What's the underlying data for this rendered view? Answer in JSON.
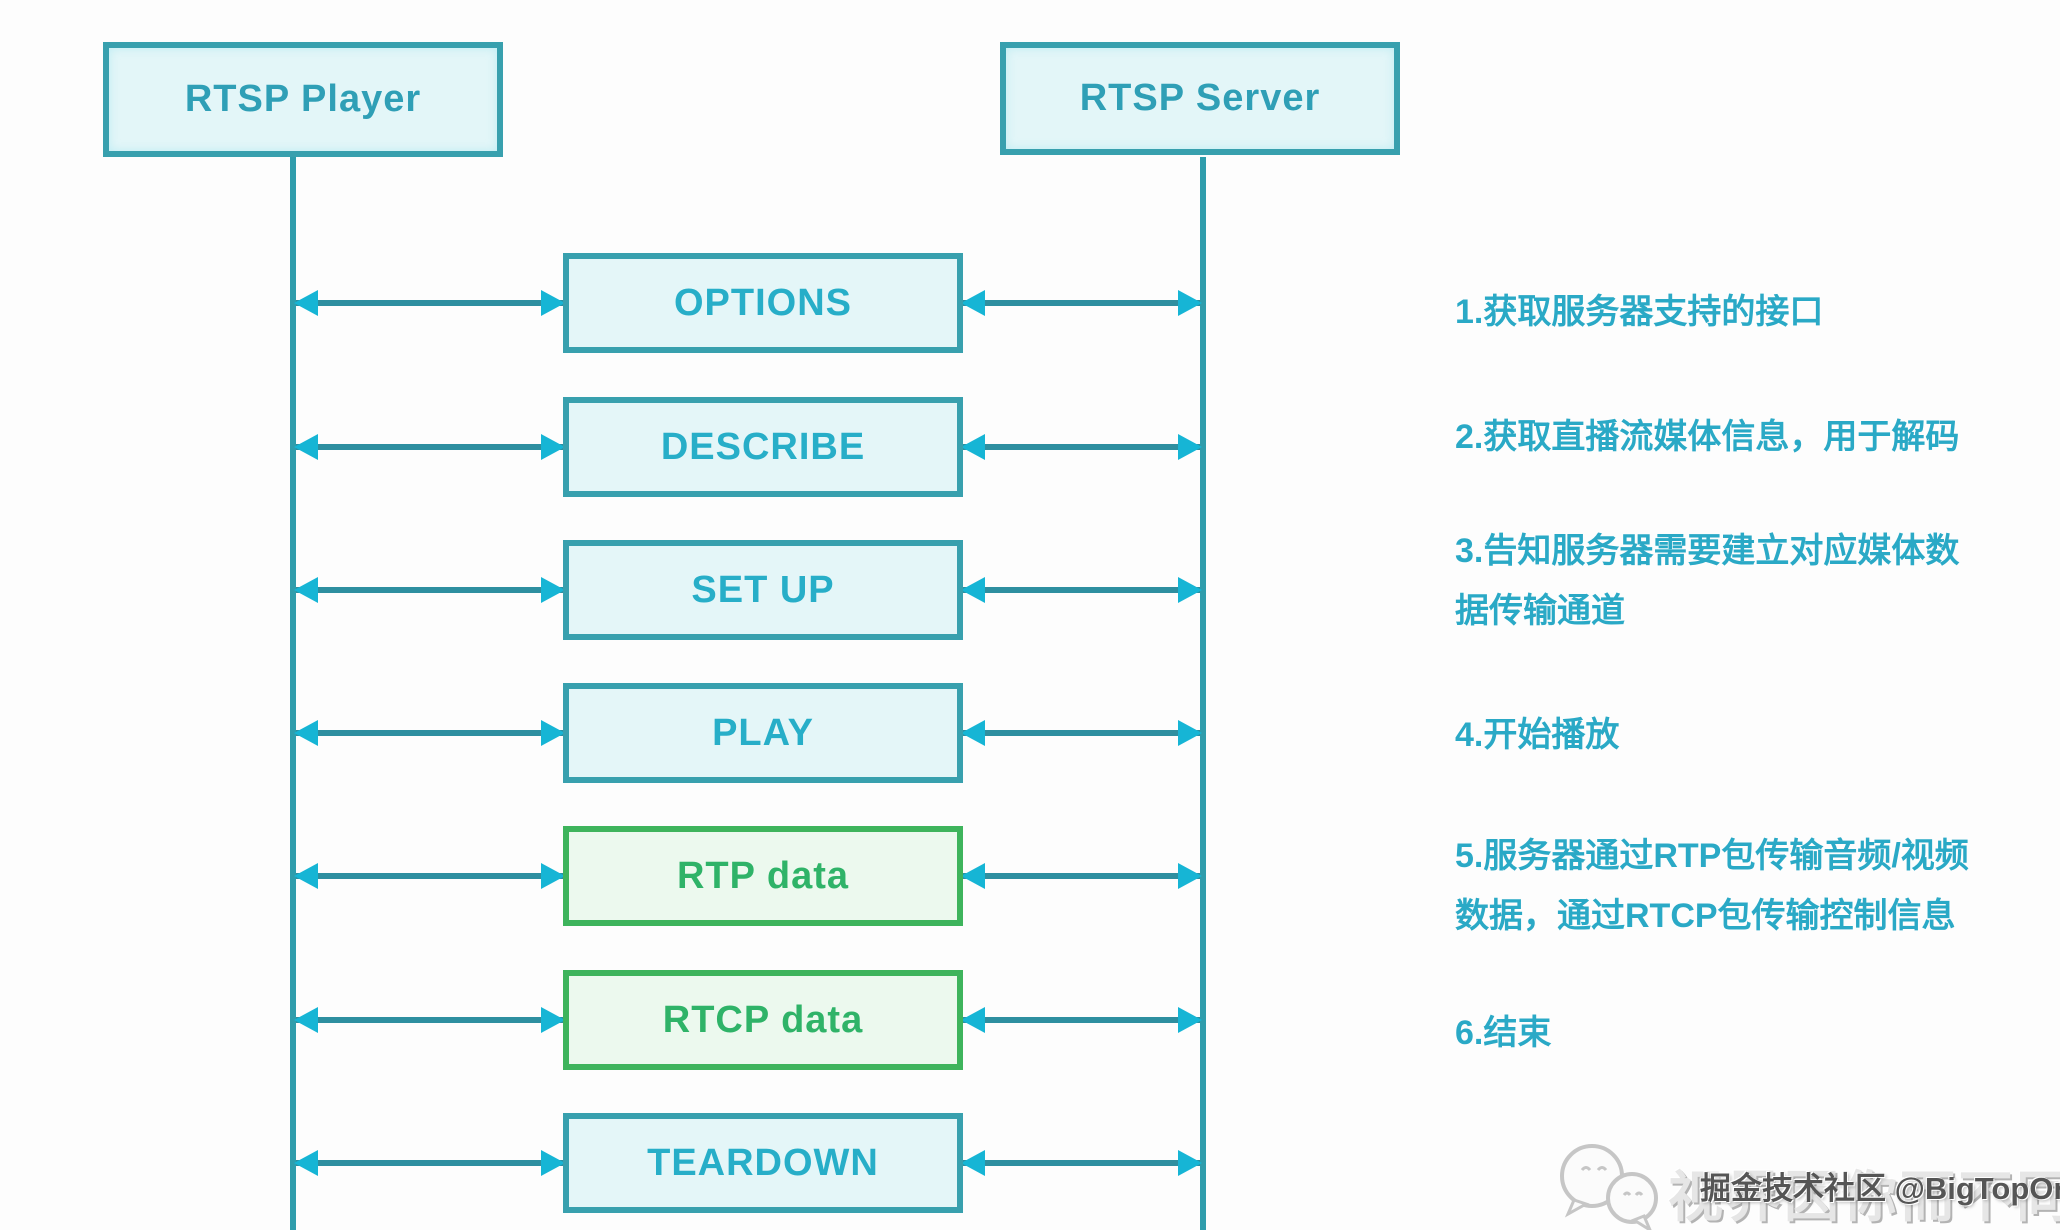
{
  "diagram": {
    "entities": {
      "player": "RTSP Player",
      "server": "RTSP Server"
    },
    "messages": [
      {
        "label": "OPTIONS",
        "style": "cyan"
      },
      {
        "label": "DESCRIBE",
        "style": "cyan"
      },
      {
        "label": "SET UP",
        "style": "cyan"
      },
      {
        "label": "PLAY",
        "style": "cyan"
      },
      {
        "label": "RTP data",
        "style": "green"
      },
      {
        "label": "RTCP data",
        "style": "green"
      },
      {
        "label": "TEARDOWN",
        "style": "cyan"
      }
    ],
    "annotations": [
      "1.获取服务器支持的接口",
      "2.获取直播流媒体信息，用于解码",
      "3.告知服务器需要建立对应媒体数\n据传输通道",
      "4.开始播放",
      "5.服务器通过RTP包传输音频/视频\n数据，通过RTCP包传输控制信息",
      "6.结束"
    ],
    "watermark": {
      "icon": "wechat-chat-bubbles-icon",
      "slogan": "视界因你而不同",
      "credit": "掘金技术社区 @BigTopOne"
    },
    "colors": {
      "cyan_border": "#38a0ae",
      "cyan_fill": "#e4f6f8",
      "cyan_text": "#27aec8",
      "green_border": "#3eb45c",
      "green_fill": "#ecf9ee",
      "green_text": "#2fb368",
      "arrow_line": "#2e8fa0",
      "arrow_head": "#16b5d5",
      "annotation_text": "#2aa9c6"
    }
  }
}
